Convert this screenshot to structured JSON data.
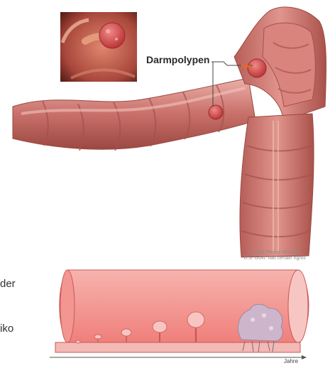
{
  "labels": {
    "polyp_label": "Darmpolypen",
    "copyright_line1": "© 2005 Terese Winslow",
    "copyright_line2": "U.S. Govt. has certain rights",
    "axis_label": "Jahre"
  },
  "side_text": {
    "line1": "der",
    "line2": "iko"
  },
  "colors": {
    "colon_fill": "#c9706a",
    "colon_dark": "#a5504c",
    "colon_light": "#e8a39a",
    "polyp": "#d8474a",
    "tube_fill": "#f5a3a0",
    "tube_inner": "#f8c6c2",
    "tumor": "#cdb6cc",
    "inset_bg": "#b6574a"
  }
}
